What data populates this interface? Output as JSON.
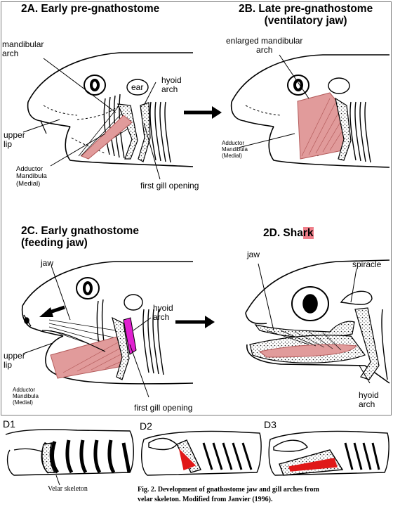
{
  "panels": {
    "a": {
      "title": "2A. Early pre-gnathostome",
      "labels": {
        "mandibular_arch": "mandibular\narch",
        "ear": "ear",
        "hyoid_arch": "hyoid\narch",
        "upper_lip": "upper\nlip",
        "adductor": "Adductor\nMandibula\n(Medial)",
        "gill_opening": "first gill opening"
      }
    },
    "b": {
      "title": "2B. Late pre-gnathostome\n(ventilatory jaw)",
      "labels": {
        "enlarged_arch": "enlarged mandibular\narch",
        "adductor": "Adductor\nMandibula\n(Medial)"
      }
    },
    "c": {
      "title": "2C. Early gnathostome\n(feeding jaw)",
      "labels": {
        "jaw": "jaw",
        "hyoid_arch": "hyoid\narch",
        "upper_lip": "upper\nlip",
        "adductor": "Adductor\nMandibula\n(Medial)",
        "gill_opening": "first gill opening"
      }
    },
    "d": {
      "title_prefix": "2D. Sha",
      "title_highlight": "rk",
      "labels": {
        "jaw": "jaw",
        "spiracle": "spiracle",
        "hyoid_arch": "hyoid\narch"
      }
    }
  },
  "bottom": {
    "d1": "D1",
    "d2": "D2",
    "d3": "D3",
    "velar_label": "Velar skeleton",
    "caption": "Fig. 2. Development of gnathostome jaw and gill arches from\nvelar skeleton. Modified from Janvier (1996)."
  },
  "colors": {
    "muscle": "#e19b9b",
    "muscle_stroke": "#b35a5a",
    "magenta": "#e020d0",
    "red": "#e01818",
    "highlight": "#ef7f8a",
    "frame": "#7c7c7c"
  }
}
